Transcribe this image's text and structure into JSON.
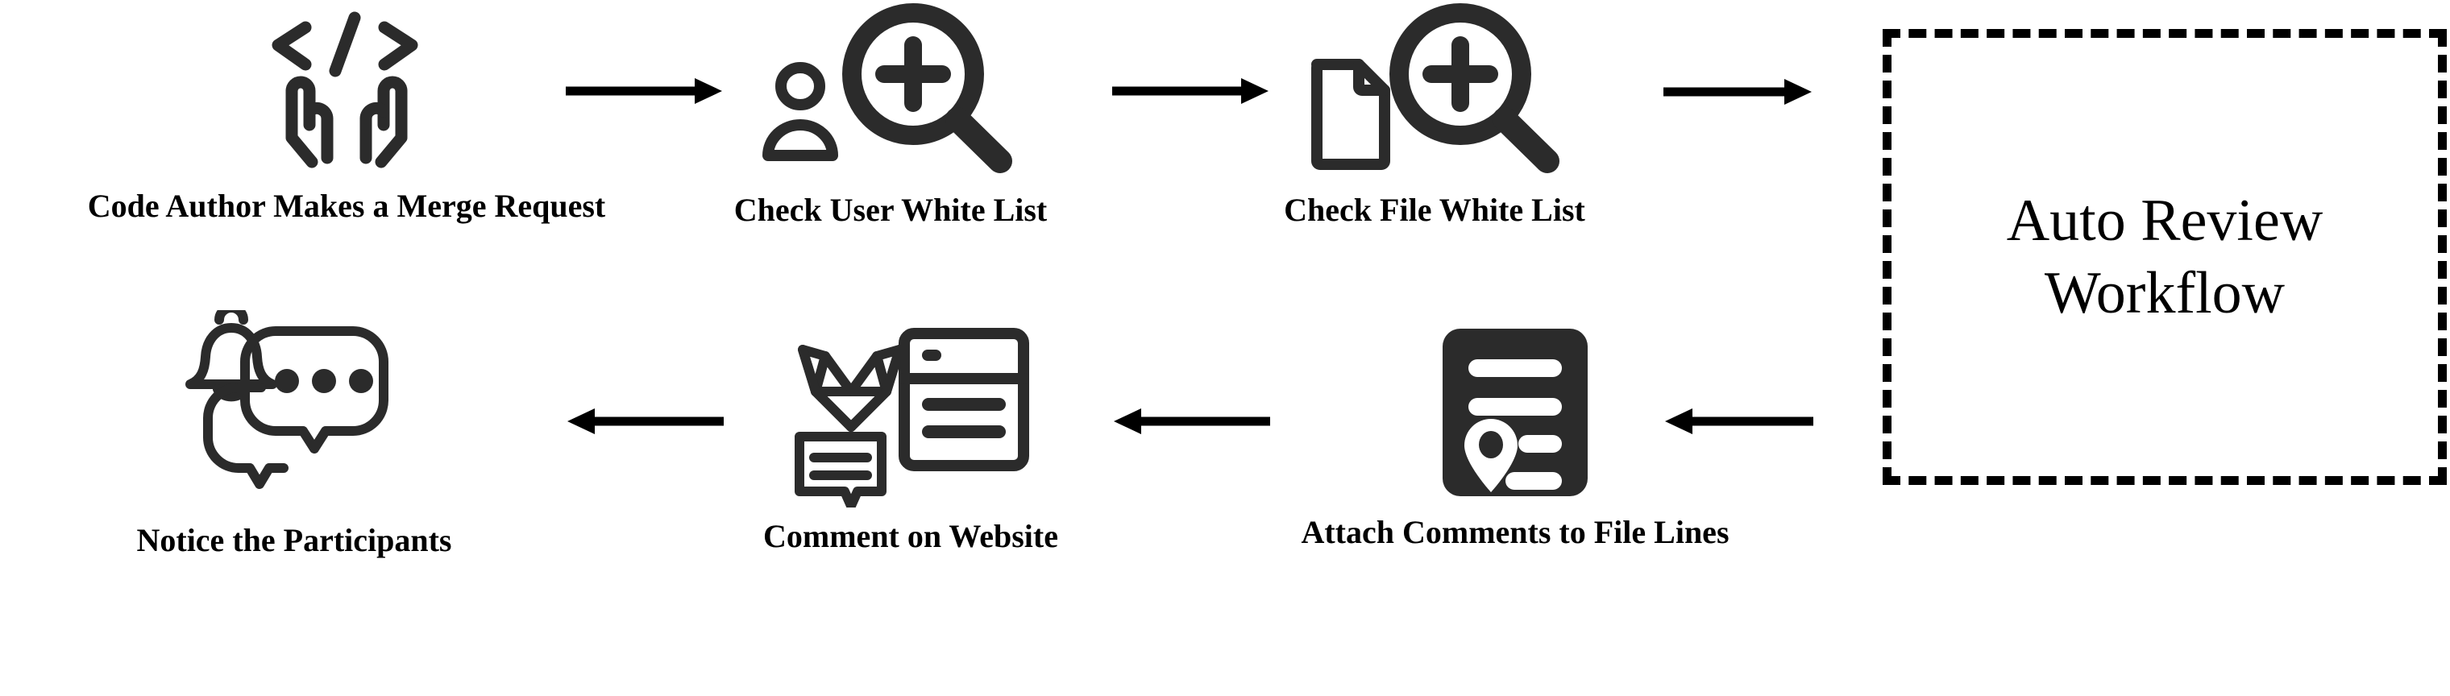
{
  "diagram": {
    "title": "Auto Review Workflow",
    "background_color": "#ffffff",
    "stroke_color": "#2b2b2b",
    "arrow_color": "#000000",
    "text_color": "#000000"
  },
  "nodes": [
    {
      "id": "code-author",
      "label": "Code Author Makes a Merge Request",
      "icon": "code-in-hands-icon",
      "row": "top",
      "order": 1
    },
    {
      "id": "check-user-white-list",
      "label": "Check User White List",
      "icon": "user-magnifier-plus-icon",
      "row": "top",
      "order": 2
    },
    {
      "id": "check-file-white-list",
      "label": "Check File White List",
      "icon": "file-magnifier-plus-icon",
      "row": "top",
      "order": 3
    },
    {
      "id": "attach-comments",
      "label": "Attach Comments to File Lines",
      "icon": "document-pin-lines-icon",
      "row": "bottom",
      "order": 1
    },
    {
      "id": "comment-on-website",
      "label": "Comment on Website",
      "icon": "gitlab-browser-comment-icon",
      "row": "bottom",
      "order": 2
    },
    {
      "id": "notice-participants",
      "label": "Notice the Participants",
      "icon": "bell-chat-bubbles-icon",
      "row": "bottom",
      "order": 3
    }
  ],
  "workflow_box": {
    "line1": "Auto Review",
    "line2": "Workflow",
    "border_style": "dashed",
    "border_color": "#000000"
  },
  "arrows": [
    {
      "id": "arrow-1",
      "direction": "right",
      "from": "code-author",
      "to": "check-user-white-list"
    },
    {
      "id": "arrow-2",
      "direction": "right",
      "from": "check-user-white-list",
      "to": "check-file-white-list"
    },
    {
      "id": "arrow-3",
      "direction": "right",
      "from": "check-file-white-list",
      "to": "workflow-box"
    },
    {
      "id": "arrow-4",
      "direction": "left",
      "from": "workflow-box",
      "to": "attach-comments"
    },
    {
      "id": "arrow-5",
      "direction": "left",
      "from": "attach-comments",
      "to": "comment-on-website"
    },
    {
      "id": "arrow-6",
      "direction": "left",
      "from": "comment-on-website",
      "to": "notice-participants"
    }
  ]
}
